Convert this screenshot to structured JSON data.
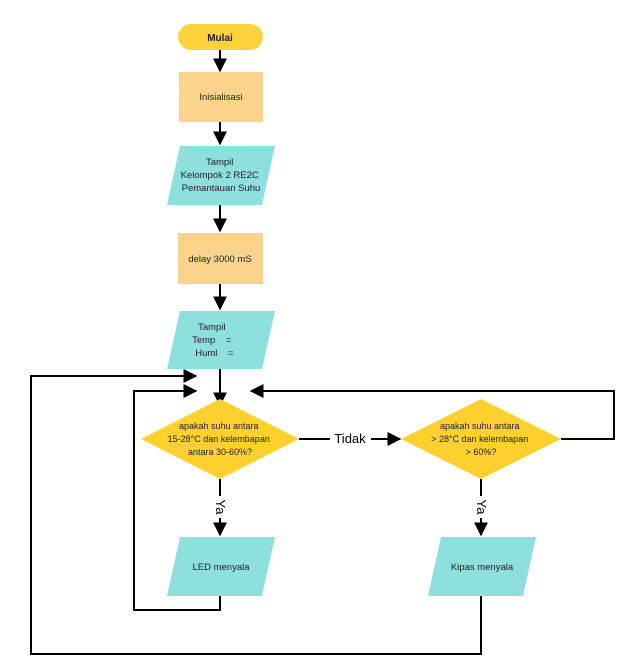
{
  "colors": {
    "terminal": "#fdd33c",
    "process": "#fbd38d",
    "io": "#8ee0df",
    "decision": "#ffd02e",
    "line": "#000000"
  },
  "nodes": {
    "start": "Mulai",
    "init": "Inisialisasi",
    "display1": [
      "Tampil",
      "Kelompok 2 RE2C",
      "Pemantauan Suhu"
    ],
    "delay": "delay 3000 mS",
    "display2": [
      "Tampil",
      "Temp    =",
      "Huml    ="
    ],
    "decision1": [
      "apakah suhu antara",
      "15-28°C dan kelembapan",
      "antara 30-60%?"
    ],
    "decision2": [
      "apakah suhu antara",
      "> 28°C dan kelembapan",
      "> 60%?"
    ],
    "led": "LED menyala",
    "fan": "Kipas menyala"
  },
  "edges": {
    "no": "Tidak",
    "yes1": "Ya",
    "yes2": "Ya"
  }
}
